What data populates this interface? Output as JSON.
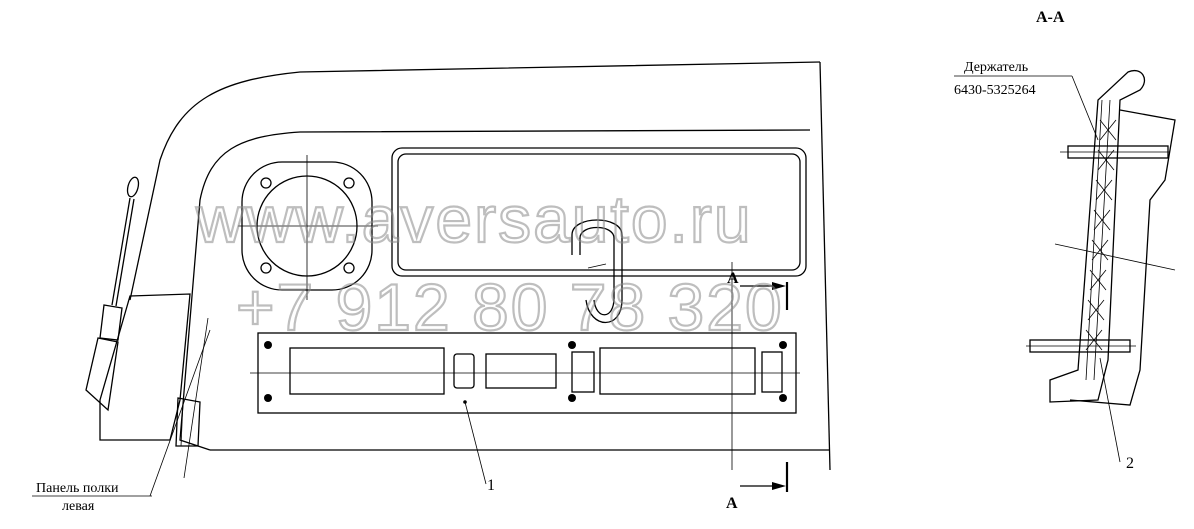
{
  "section_title": "А-А",
  "holder_label_line1": "Держатель",
  "holder_label_line2": "6430-5325264",
  "panel_label_line1": "Панель полки",
  "panel_label_line2": "левая",
  "callout_1": "1",
  "callout_2": "2",
  "section_marker_top": "А",
  "section_marker_bottom": "А",
  "watermark_site": "www.aversauto.ru",
  "watermark_phone": "+7 912 80 78 320"
}
